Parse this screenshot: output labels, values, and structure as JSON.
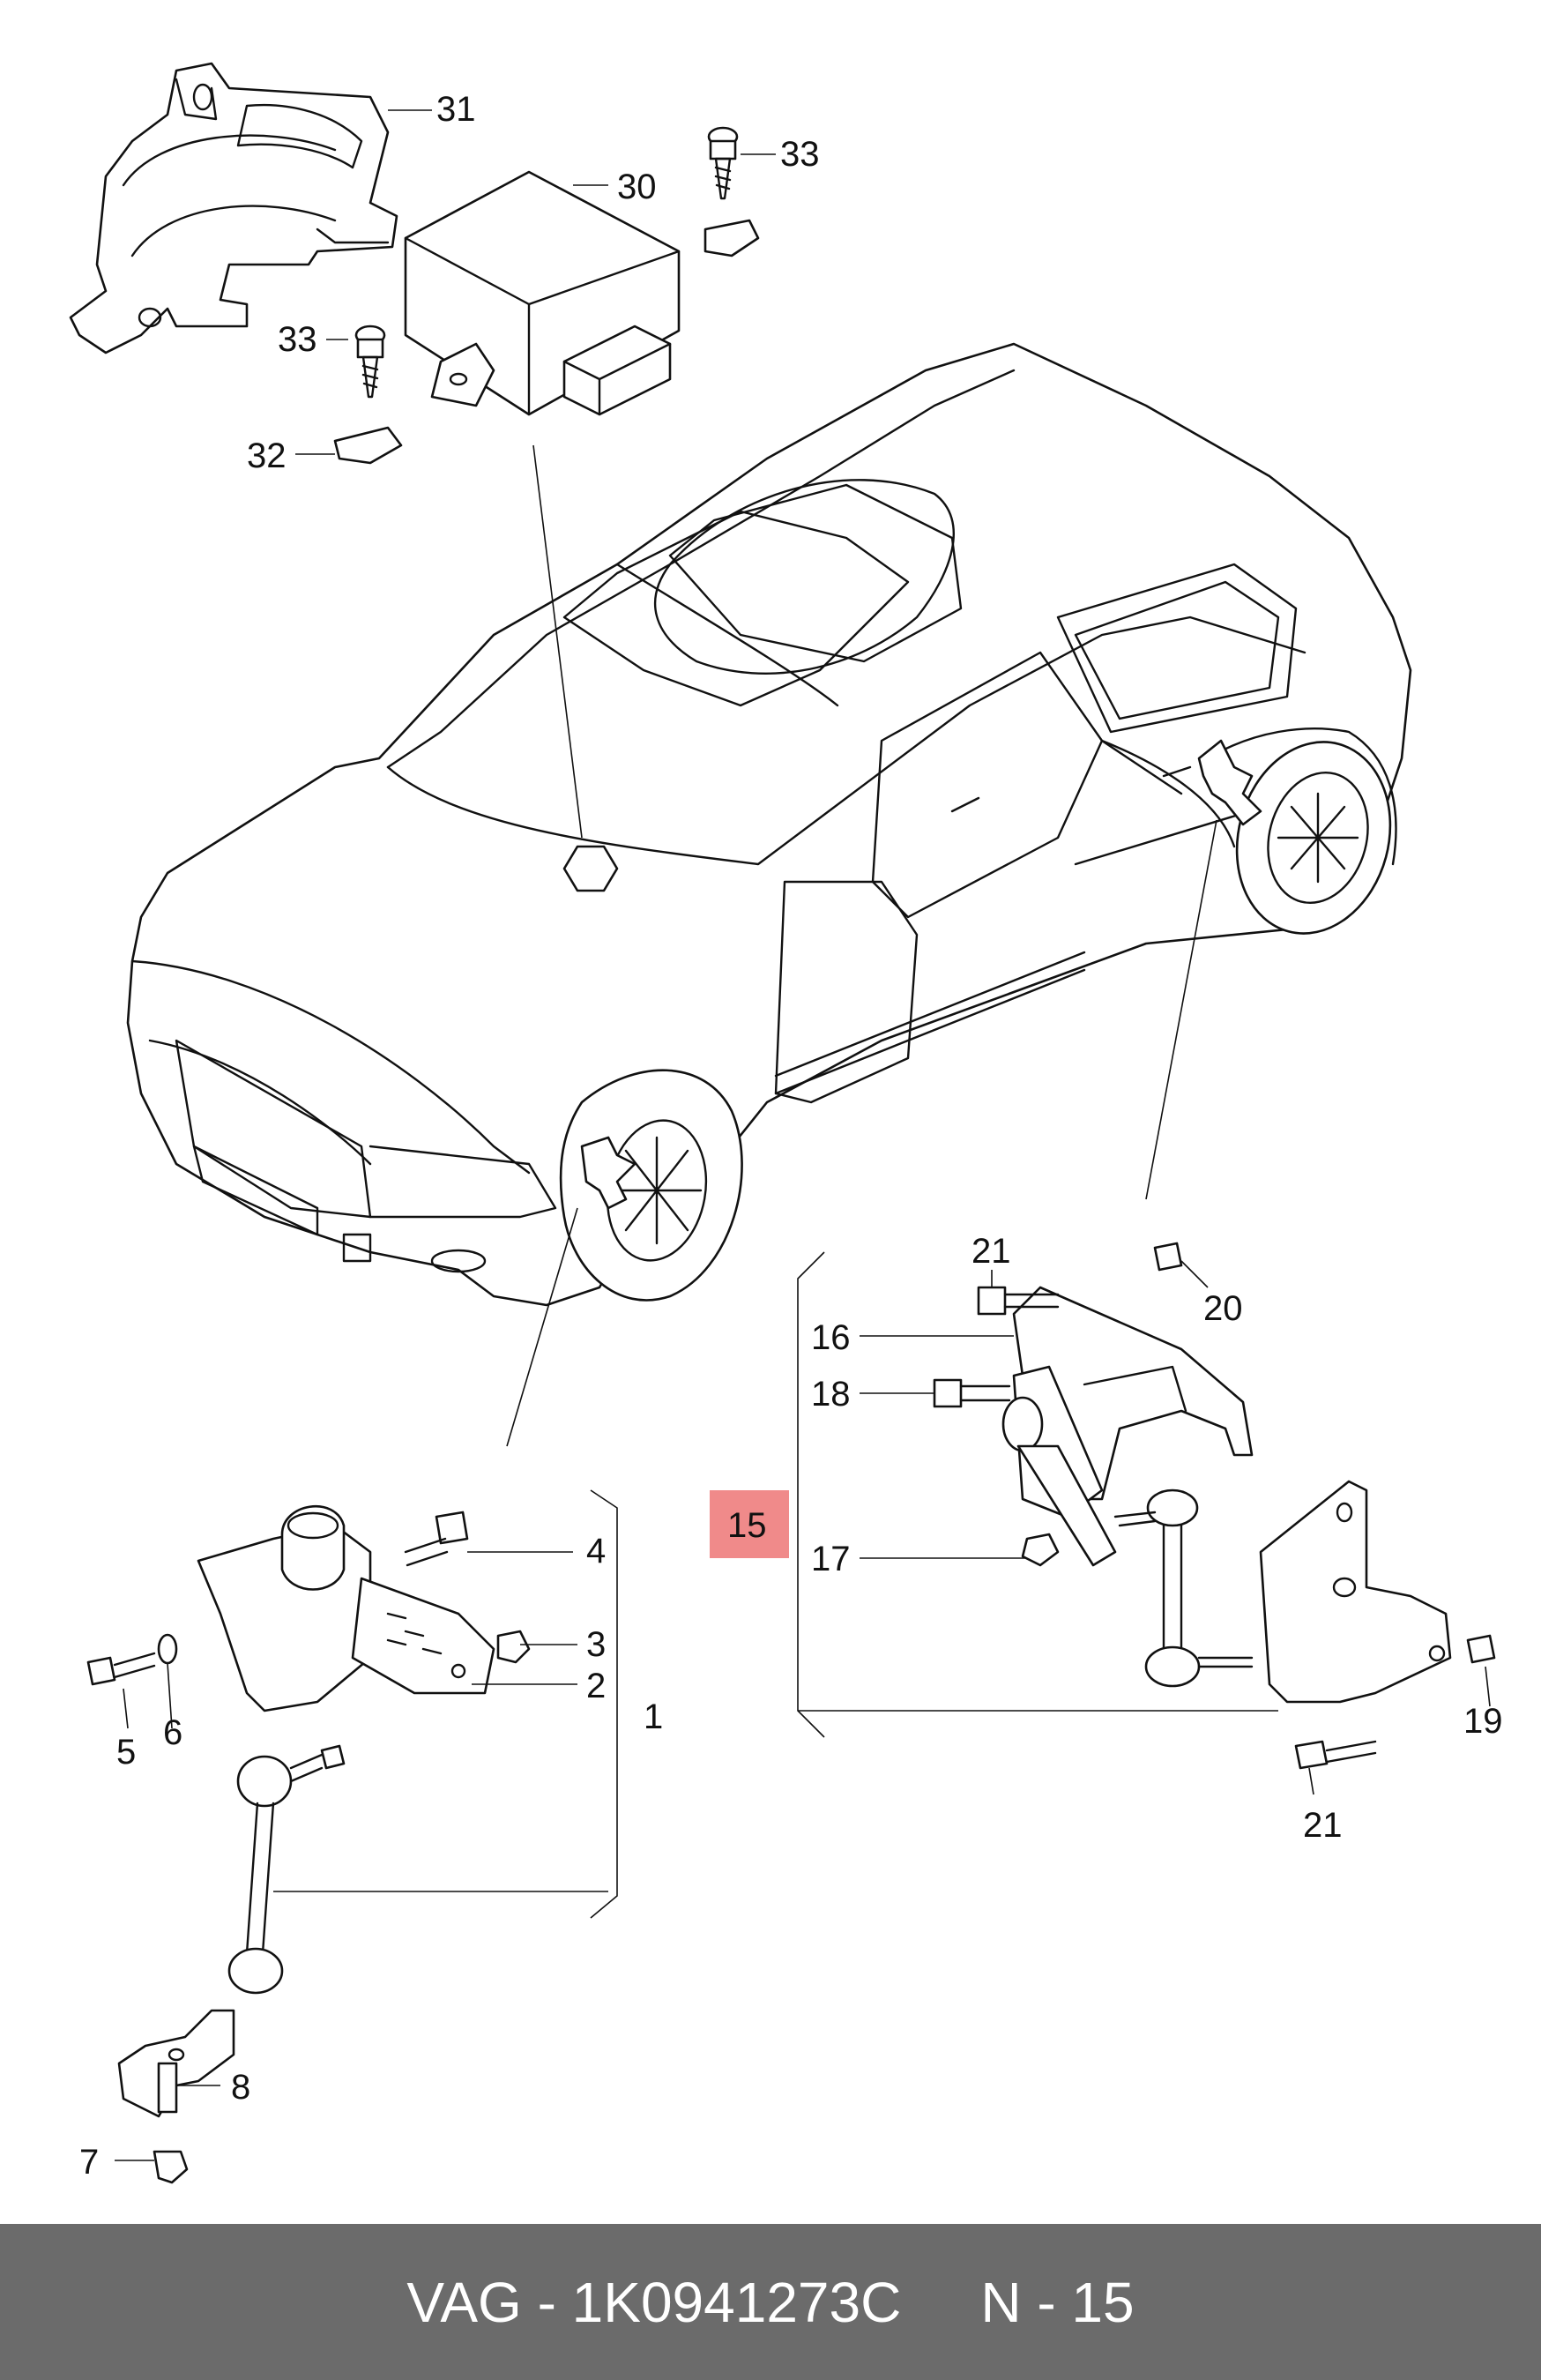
{
  "diagram": {
    "labels": {
      "l1": "1",
      "l2": "2",
      "l3": "3",
      "l4": "4",
      "l5": "5",
      "l6": "6",
      "l7": "7",
      "l8": "8",
      "l15": "15",
      "l16": "16",
      "l17": "17",
      "l18": "18",
      "l19": "19",
      "l20": "20",
      "l21a": "21",
      "l21b": "21",
      "l30": "30",
      "l31": "31",
      "l32": "32",
      "l33a": "33",
      "l33b": "33"
    },
    "highlight_color": "#f08a8a"
  },
  "footer": {
    "part_code": "VAG - 1K0941273C",
    "position": "N - 15"
  }
}
